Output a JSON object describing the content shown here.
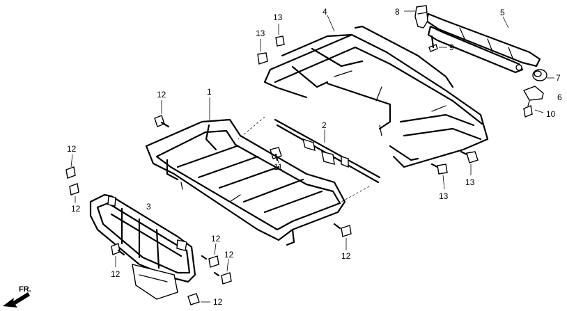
{
  "diagram": {
    "callouts": {
      "c1": "1",
      "c2": "2",
      "c3": "3",
      "c4": "4",
      "c5": "5",
      "c6": "6",
      "c7": "7",
      "c8": "8",
      "c9": "9",
      "c10": "10",
      "c11": "11",
      "c12": "12",
      "c13": "13"
    },
    "direction_label": "FR."
  }
}
